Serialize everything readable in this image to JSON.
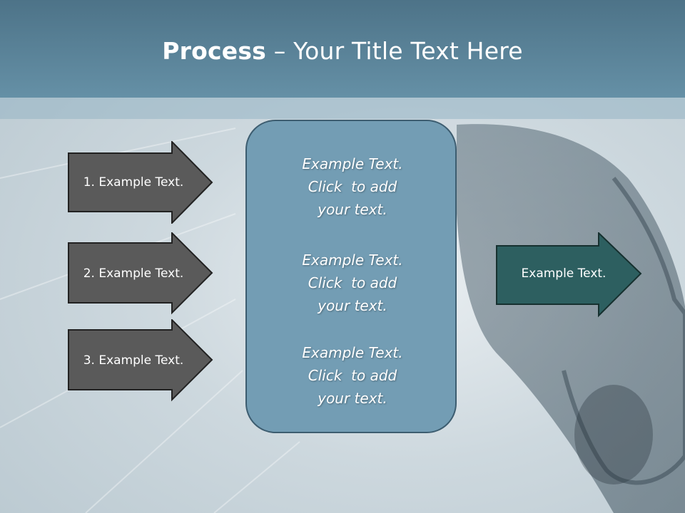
{
  "title": {
    "bold": "Process",
    "rest": " – Your Title Text Here"
  },
  "steps": [
    {
      "label": "1. Example Text."
    },
    {
      "label": "2. Example Text."
    },
    {
      "label": "3. Example Text."
    }
  ],
  "center_blocks": [
    {
      "line1": "Example Text.",
      "line2": "Click  to add",
      "line3": "your text."
    },
    {
      "line1": "Example Text.",
      "line2": "Click  to add",
      "line3": "your text."
    },
    {
      "line1": "Example Text.",
      "line2": "Click  to add",
      "line3": "your text."
    }
  ],
  "output": {
    "label": "Example Text."
  },
  "colors": {
    "title_bar": "#5a8299",
    "step_arrow": "#5a5a5a",
    "center_box": "#739db4",
    "output_arrow": "#2d5f60"
  }
}
